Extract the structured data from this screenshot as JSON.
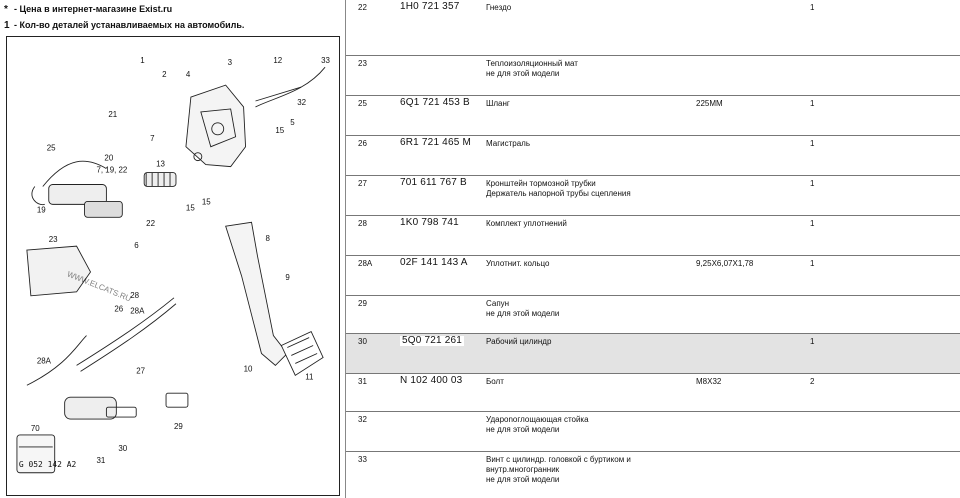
{
  "legend": {
    "line1_symbol": "*",
    "line1_text": " - Цена в интернет-магазине Exist.ru",
    "line2_symbol": "1",
    "line2_text": " - Кол-во деталей устанавливаемых на автомобиль."
  },
  "diagram": {
    "watermark": "WWW.ELCATS.RU",
    "callouts": [
      "1",
      "2",
      "3",
      "4",
      "5",
      "6",
      "7",
      "7, 19, 22",
      "8",
      "9",
      "10",
      "11",
      "12",
      "13",
      "15",
      "15",
      "15",
      "19",
      "20",
      "21",
      "22",
      "23",
      "25",
      "26",
      "27",
      "28",
      "28A",
      "28A",
      "29",
      "30",
      "31",
      "32",
      "33"
    ],
    "label_plate_text": "G 052 142 A2",
    "label_plate_number": "70"
  },
  "parts": [
    {
      "pos": "22",
      "number": "1H0 721 357",
      "name": [
        "Гнездо"
      ],
      "note": "",
      "qty": "1"
    },
    {
      "pos": "23",
      "number": "",
      "name": [
        "Теплоизоляционный мат",
        "не для этой модели"
      ],
      "note": "",
      "qty": ""
    },
    {
      "pos": "25",
      "number": "6Q1 721 453 B",
      "name": [
        "Шланг"
      ],
      "note": "225MM",
      "qty": "1"
    },
    {
      "pos": "26",
      "number": "6R1 721 465 M",
      "name": [
        "Магистраль"
      ],
      "note": "",
      "qty": "1"
    },
    {
      "pos": "27",
      "number": "701 611 767 B",
      "name": [
        "Кронштейн тормозной трубки",
        "Держатель напорной трубы сцепления"
      ],
      "note": "",
      "qty": "1"
    },
    {
      "pos": "28",
      "number": "1K0 798 741",
      "name": [
        "Комплект уплотнений"
      ],
      "note": "",
      "qty": "1"
    },
    {
      "pos": "28A",
      "number": "02F 141 143 A",
      "name": [
        "Уплотнит. кольцо"
      ],
      "note": "9,25X6,07X1,78",
      "qty": "1"
    },
    {
      "pos": "29",
      "number": "",
      "name": [
        "Сапун",
        "не для этой модели"
      ],
      "note": "",
      "qty": ""
    },
    {
      "pos": "30",
      "number": "5Q0 721 261",
      "name": [
        "Рабочий цилиндр"
      ],
      "note": "",
      "qty": "1"
    },
    {
      "pos": "31",
      "number": "N 102 400 03",
      "name": [
        "Болт"
      ],
      "note": "M8X32",
      "qty": "2"
    },
    {
      "pos": "32",
      "number": "",
      "name": [
        "Удароnоглощающая стойка",
        "не для этой модели"
      ],
      "note": "",
      "qty": ""
    },
    {
      "pos": "33",
      "number": "",
      "name": [
        "Винт с цилиндр. головкой с буртиком и",
        "внутр.многогранник",
        "не для этой модели"
      ],
      "note": "",
      "qty": ""
    }
  ]
}
